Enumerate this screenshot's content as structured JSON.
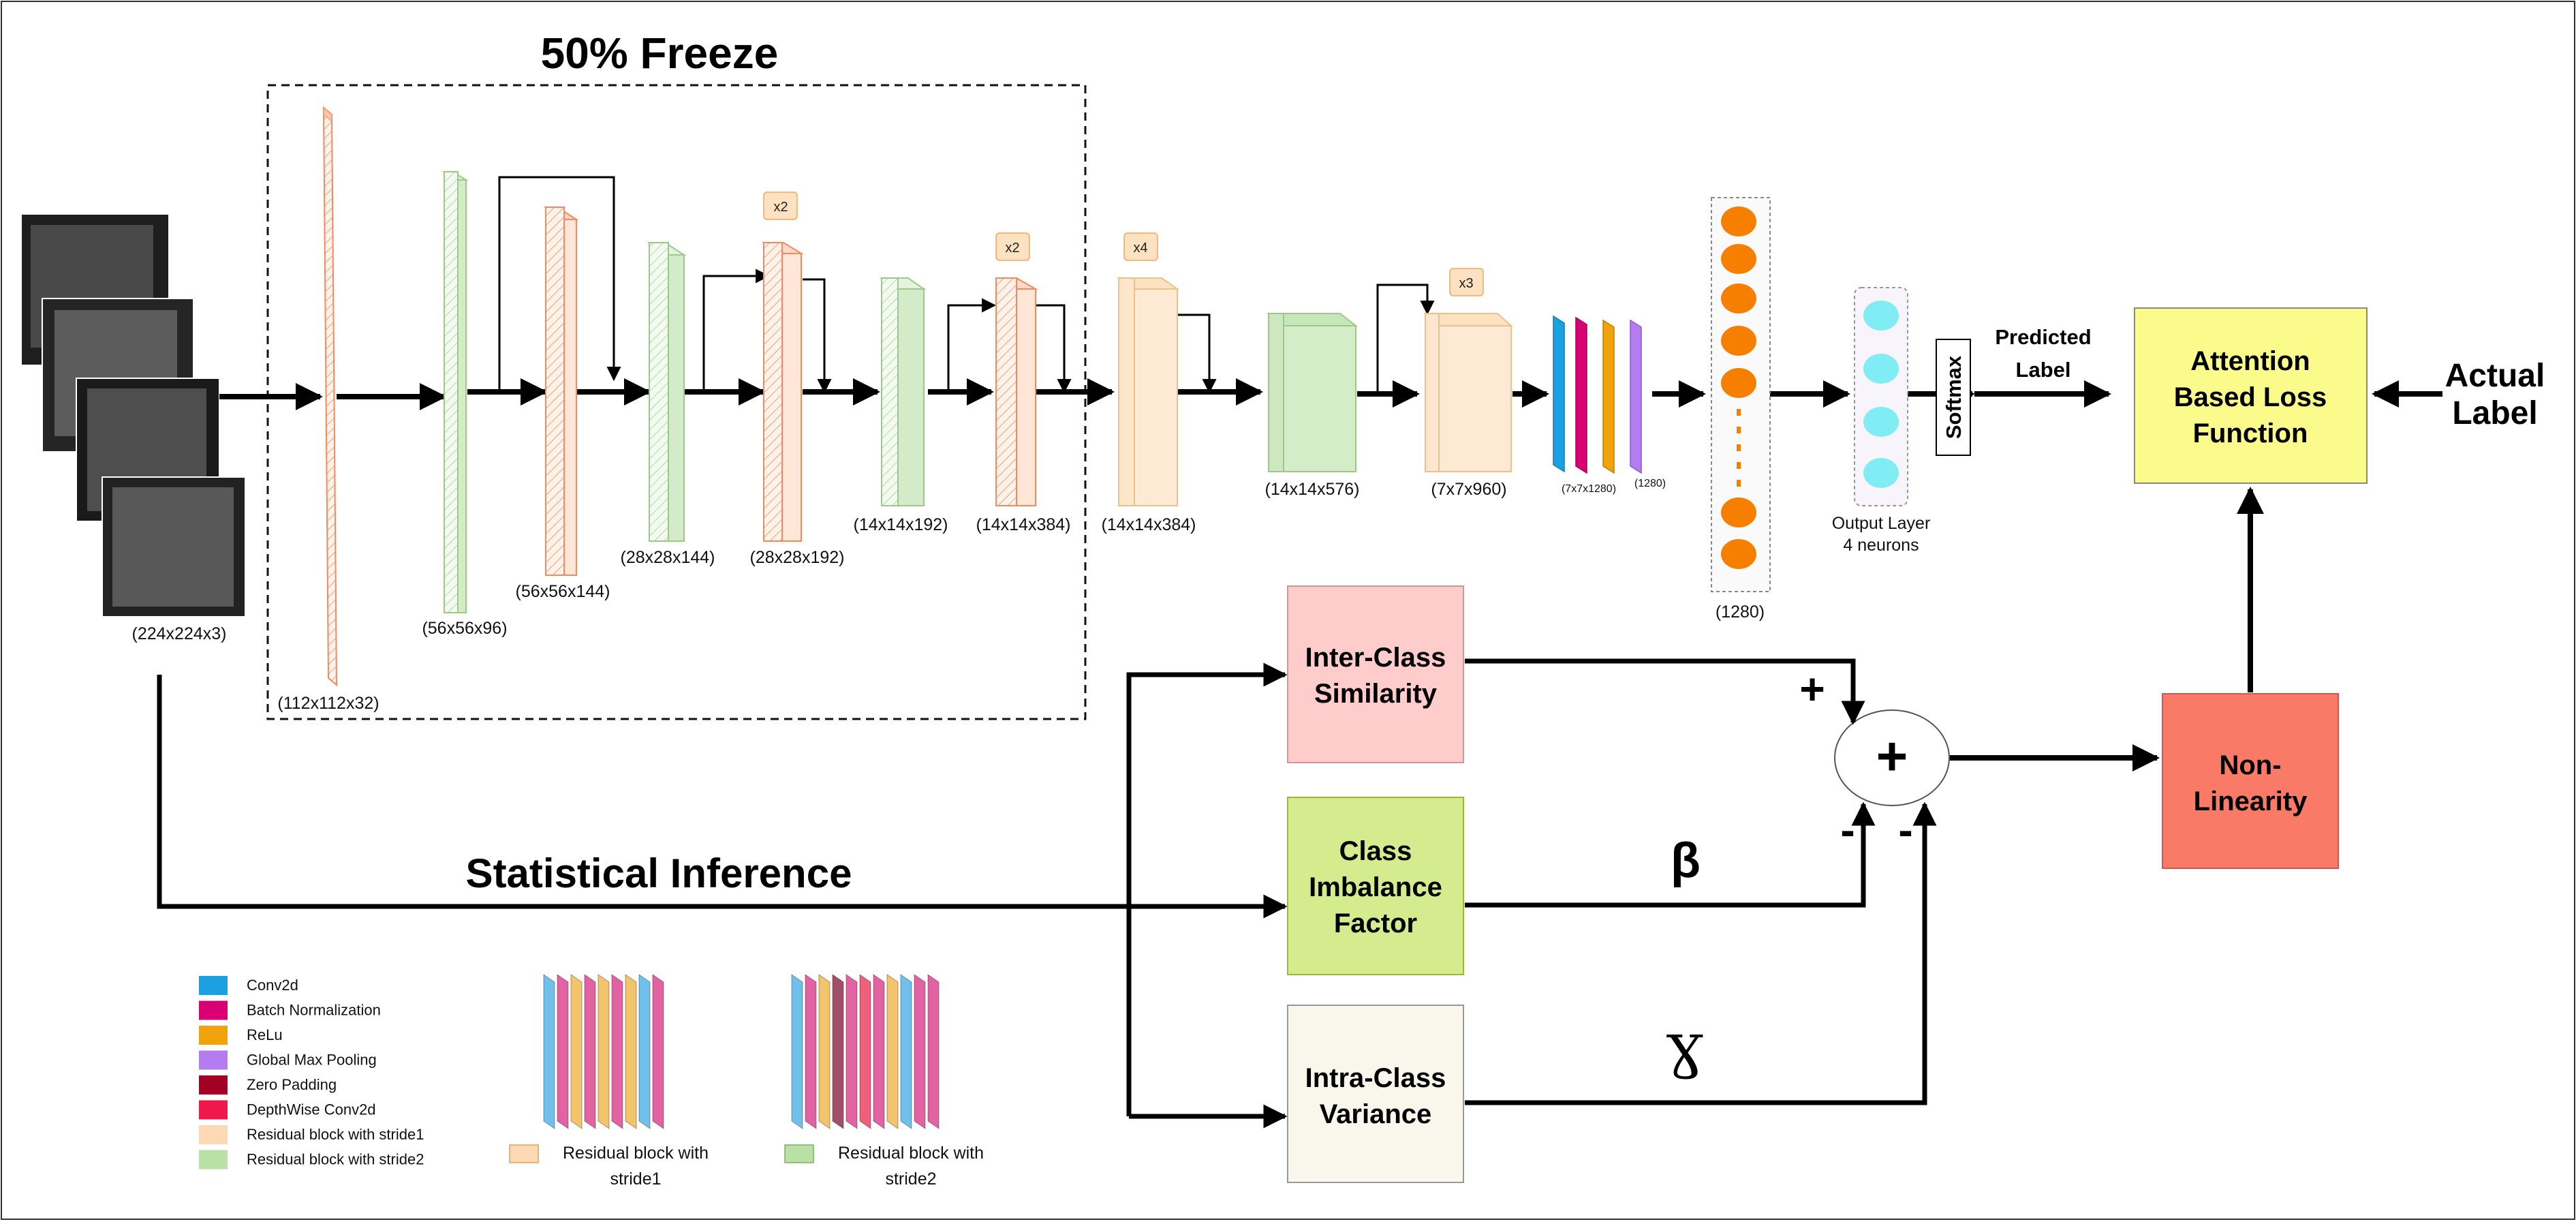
{
  "header": {
    "freeze_label": "50% Freeze"
  },
  "input": {
    "dims": "(224x224x3)"
  },
  "layer_dims": {
    "l1": "(112x112x32)",
    "l2": "(56x56x96)",
    "l3": "(56x56x144)",
    "l4": "(28x28x144)",
    "l5": "(28x28x192)",
    "l6": "(14x14x192)",
    "l7": "(14x14x384)",
    "l8": "(14x14x384)",
    "l9": "(14x14x576)",
    "l10": "(7x7x960)",
    "l11": "(7x7x1280)",
    "l12": "(1280)",
    "dense": "(1280)"
  },
  "repeats": {
    "r5": "x2",
    "r7": "x2",
    "r8": "x4",
    "r10": "x3"
  },
  "output": {
    "line1": "Output Layer",
    "line2": "4 neurons",
    "softmax": "Softmax"
  },
  "labels": {
    "predicted_line1": "Predicted",
    "predicted_line2": "Label",
    "actual_line1": "Actual",
    "actual_line2": "Label",
    "statistical_inference": "Statistical Inference"
  },
  "loss": {
    "line1": "Attention",
    "line2": "Based Loss",
    "line3": "Function",
    "color": "#fbfb8c"
  },
  "nonlinearity": {
    "line1": "Non-",
    "line2": "Linearity",
    "color": "#fa7a68"
  },
  "factors": {
    "inter": {
      "line1": "Inter-Class",
      "line2": "Similarity",
      "color": "#ffcccc"
    },
    "imbalance": {
      "line1": "Class",
      "line2": "Imbalance",
      "line3": "Factor",
      "color": "#d4ec8e"
    },
    "intra": {
      "line1": "Intra-Class",
      "line2": "Variance",
      "color": "#f9f7ec"
    }
  },
  "combine": {
    "plus_node": "+",
    "sign_inter": "+",
    "sign_imbalance": "-",
    "sign_intra": "-",
    "beta": "β",
    "gamma": "Ɣ"
  },
  "legend": {
    "items": [
      {
        "label": "Conv2d",
        "color": "#1ba1e2"
      },
      {
        "label": "Batch Normalization",
        "color": "#d80073"
      },
      {
        "label": "ReLu",
        "color": "#f0a30a"
      },
      {
        "label": "Global Max Pooling",
        "color": "#b57cf0"
      },
      {
        "label": "Zero Padding",
        "color": "#a20025"
      },
      {
        "label": "DepthWise Conv2d",
        "color": "#f0174a"
      },
      {
        "label": "Residual block with stride1",
        "color": "#ffd9b3"
      },
      {
        "label": "Residual block with stride2",
        "color": "#b9e0a5"
      }
    ],
    "block1_line1": "Residual block with",
    "block1_line2": "stride1",
    "block2_line1": "Residual block with",
    "block2_line2": "stride2"
  }
}
